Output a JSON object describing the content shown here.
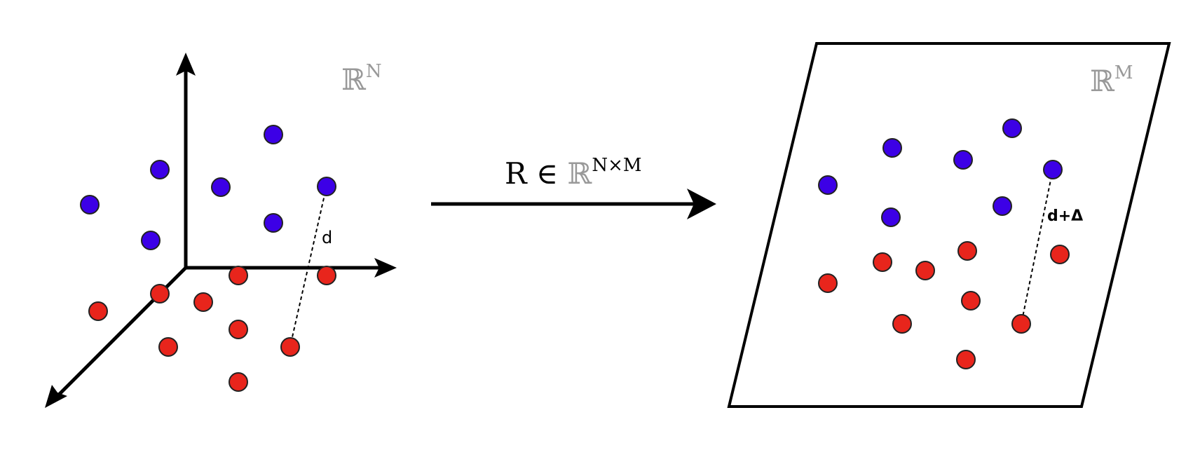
{
  "left_space": {
    "symbol": "ℝ",
    "superscript": "N"
  },
  "right_space": {
    "symbol": "ℝ",
    "superscript": "M"
  },
  "projection": {
    "prefix": "R ∈ ",
    "symbol": "ℝ",
    "superscript": "N×M"
  },
  "distance_labels": {
    "original": "d",
    "projected": "d+Δ"
  },
  "colors": {
    "class_a": "#3c00e6",
    "class_b": "#e8251c",
    "stroke": "#000000",
    "space_label": "#999999"
  }
}
